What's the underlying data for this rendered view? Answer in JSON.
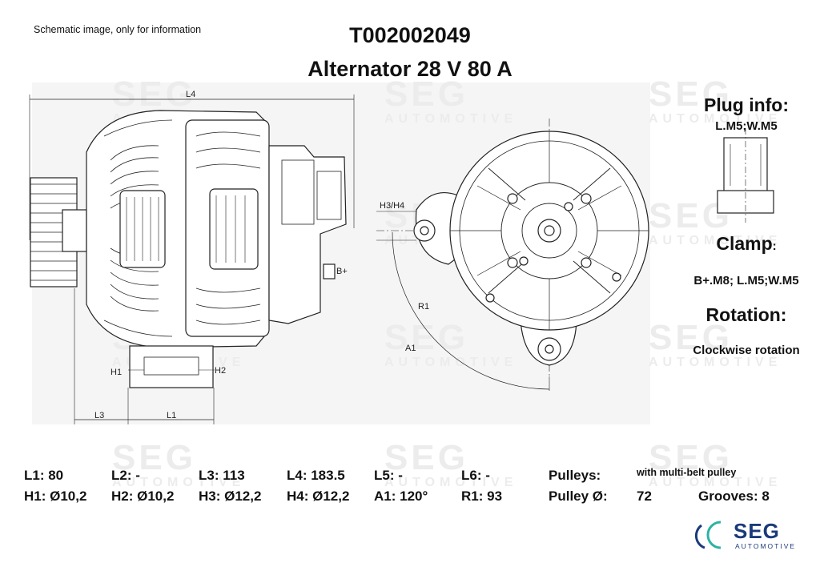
{
  "header": {
    "note": "Schematic image, only for information",
    "part_number": "T002002049",
    "product": "Alternator 28 V 80 A"
  },
  "watermark": {
    "big": "SEG",
    "small": "AUTOMOTIVE"
  },
  "drawing_labels": {
    "l4": "L4",
    "l3": "L3",
    "l1": "L1",
    "h1": "H1",
    "h2": "H2",
    "bplus": "B+",
    "h3h4": "H3/H4",
    "r1": "R1",
    "a1": "A1"
  },
  "side": {
    "plug_title": "Plug info:",
    "plug_value": "L.M5;W.M5",
    "clamp_title": "Clamp",
    "clamp_colon": ":",
    "clamp_value": "B+.M8; L.M5;W.M5",
    "rotation_title": "Rotation:",
    "rotation_value": "Clockwise rotation"
  },
  "specs": {
    "row1": [
      "L1: 80",
      "L2: -",
      "L3: 113",
      "L4: 183.5",
      "L5: -",
      "L6: -"
    ],
    "row2": [
      "H1: Ø10,2",
      "H2: Ø10,2",
      "H3: Ø12,2",
      "H4: Ø12,2",
      "A1: 120°",
      "R1: 93"
    ],
    "pulleys_label": "Pulleys:",
    "pulleys_value": "with multi-belt pulley",
    "pulley_d_label": "Pulley Ø:",
    "pulley_d_value": "72",
    "grooves": "Grooves: 8"
  },
  "logo": {
    "text": "SEG",
    "sub": "AUTOMOTIVE",
    "color": "#1a3a7a",
    "accent": "#2bb3a3"
  }
}
